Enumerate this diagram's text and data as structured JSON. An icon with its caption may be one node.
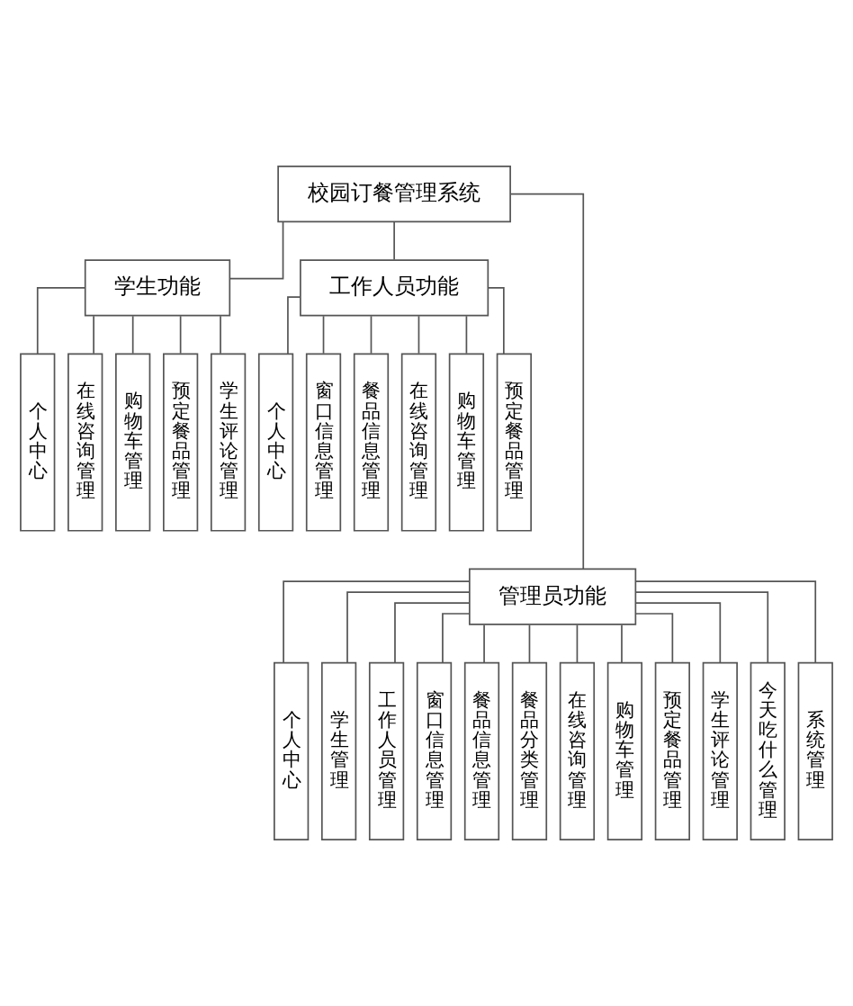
{
  "diagram": {
    "nodes": [
      {
        "text": [
          "校园订餐管理系统"
        ]
      },
      {
        "text": [
          "学生功能"
        ]
      },
      {
        "text": [
          "工作人员功能"
        ]
      },
      {
        "text": [
          "管理员功能"
        ]
      },
      {
        "text": [
          "个人中心"
        ]
      },
      {
        "text": [
          "在线咨询管理"
        ]
      },
      {
        "text": [
          "购物车管理"
        ]
      },
      {
        "text": [
          "预定餐品管理"
        ]
      },
      {
        "text": [
          "学生评论管理"
        ]
      },
      {
        "text": [
          "个人中心"
        ]
      },
      {
        "text": [
          "窗口信息管理"
        ]
      },
      {
        "text": [
          "餐品信息管理"
        ]
      },
      {
        "text": [
          "在线咨询管理"
        ]
      },
      {
        "text": [
          "购物车管理"
        ]
      },
      {
        "text": [
          "预定餐品管理"
        ]
      },
      {
        "text": [
          "个人中心"
        ]
      },
      {
        "text": [
          "学生管理"
        ]
      },
      {
        "text": [
          "工作人员管理"
        ]
      },
      {
        "text": [
          "窗口信息管理"
        ]
      },
      {
        "text": [
          "餐品信息管理"
        ]
      },
      {
        "text": [
          "餐品分类管理"
        ]
      },
      {
        "text": [
          "在线咨询管理"
        ]
      },
      {
        "text": [
          "购物车管理"
        ]
      },
      {
        "text": [
          "预定餐品管理"
        ]
      },
      {
        "text": [
          "学生评论管理"
        ]
      },
      {
        "text": [
          "今天吃什么管理"
        ]
      },
      {
        "text": [
          "系统管理"
        ]
      }
    ],
    "edges": [
      {
        "from": 0,
        "to": 1,
        "arrow": "none"
      },
      {
        "from": 0,
        "to": 2,
        "arrow": "none"
      },
      {
        "from": 0,
        "to": 3,
        "arrow": "none"
      },
      {
        "from": 1,
        "to": 4,
        "arrow": "none"
      },
      {
        "from": 1,
        "to": 5,
        "arrow": "none"
      },
      {
        "from": 1,
        "to": 6,
        "arrow": "none"
      },
      {
        "from": 1,
        "to": 7,
        "arrow": "none"
      },
      {
        "from": 1,
        "to": 8,
        "arrow": "none"
      },
      {
        "from": 2,
        "to": 9,
        "arrow": "none"
      },
      {
        "from": 2,
        "to": 10,
        "arrow": "none"
      },
      {
        "from": 2,
        "to": 11,
        "arrow": "none"
      },
      {
        "from": 2,
        "to": 12,
        "arrow": "none"
      },
      {
        "from": 2,
        "to": 13,
        "arrow": "none"
      },
      {
        "from": 2,
        "to": 14,
        "arrow": "none"
      },
      {
        "from": 3,
        "to": 15,
        "arrow": "none"
      },
      {
        "from": 3,
        "to": 16,
        "arrow": "none"
      },
      {
        "from": 3,
        "to": 17,
        "arrow": "none"
      },
      {
        "from": 3,
        "to": 18,
        "arrow": "none"
      },
      {
        "from": 3,
        "to": 19,
        "arrow": "none"
      },
      {
        "from": 3,
        "to": 20,
        "arrow": "none"
      },
      {
        "from": 3,
        "to": 21,
        "arrow": "none"
      },
      {
        "from": 3,
        "to": 22,
        "arrow": "none"
      },
      {
        "from": 3,
        "to": 23,
        "arrow": "none"
      },
      {
        "from": 3,
        "to": 24,
        "arrow": "none"
      },
      {
        "from": 3,
        "to": 25,
        "arrow": "none"
      },
      {
        "from": 3,
        "to": 26,
        "arrow": "none"
      }
    ]
  }
}
